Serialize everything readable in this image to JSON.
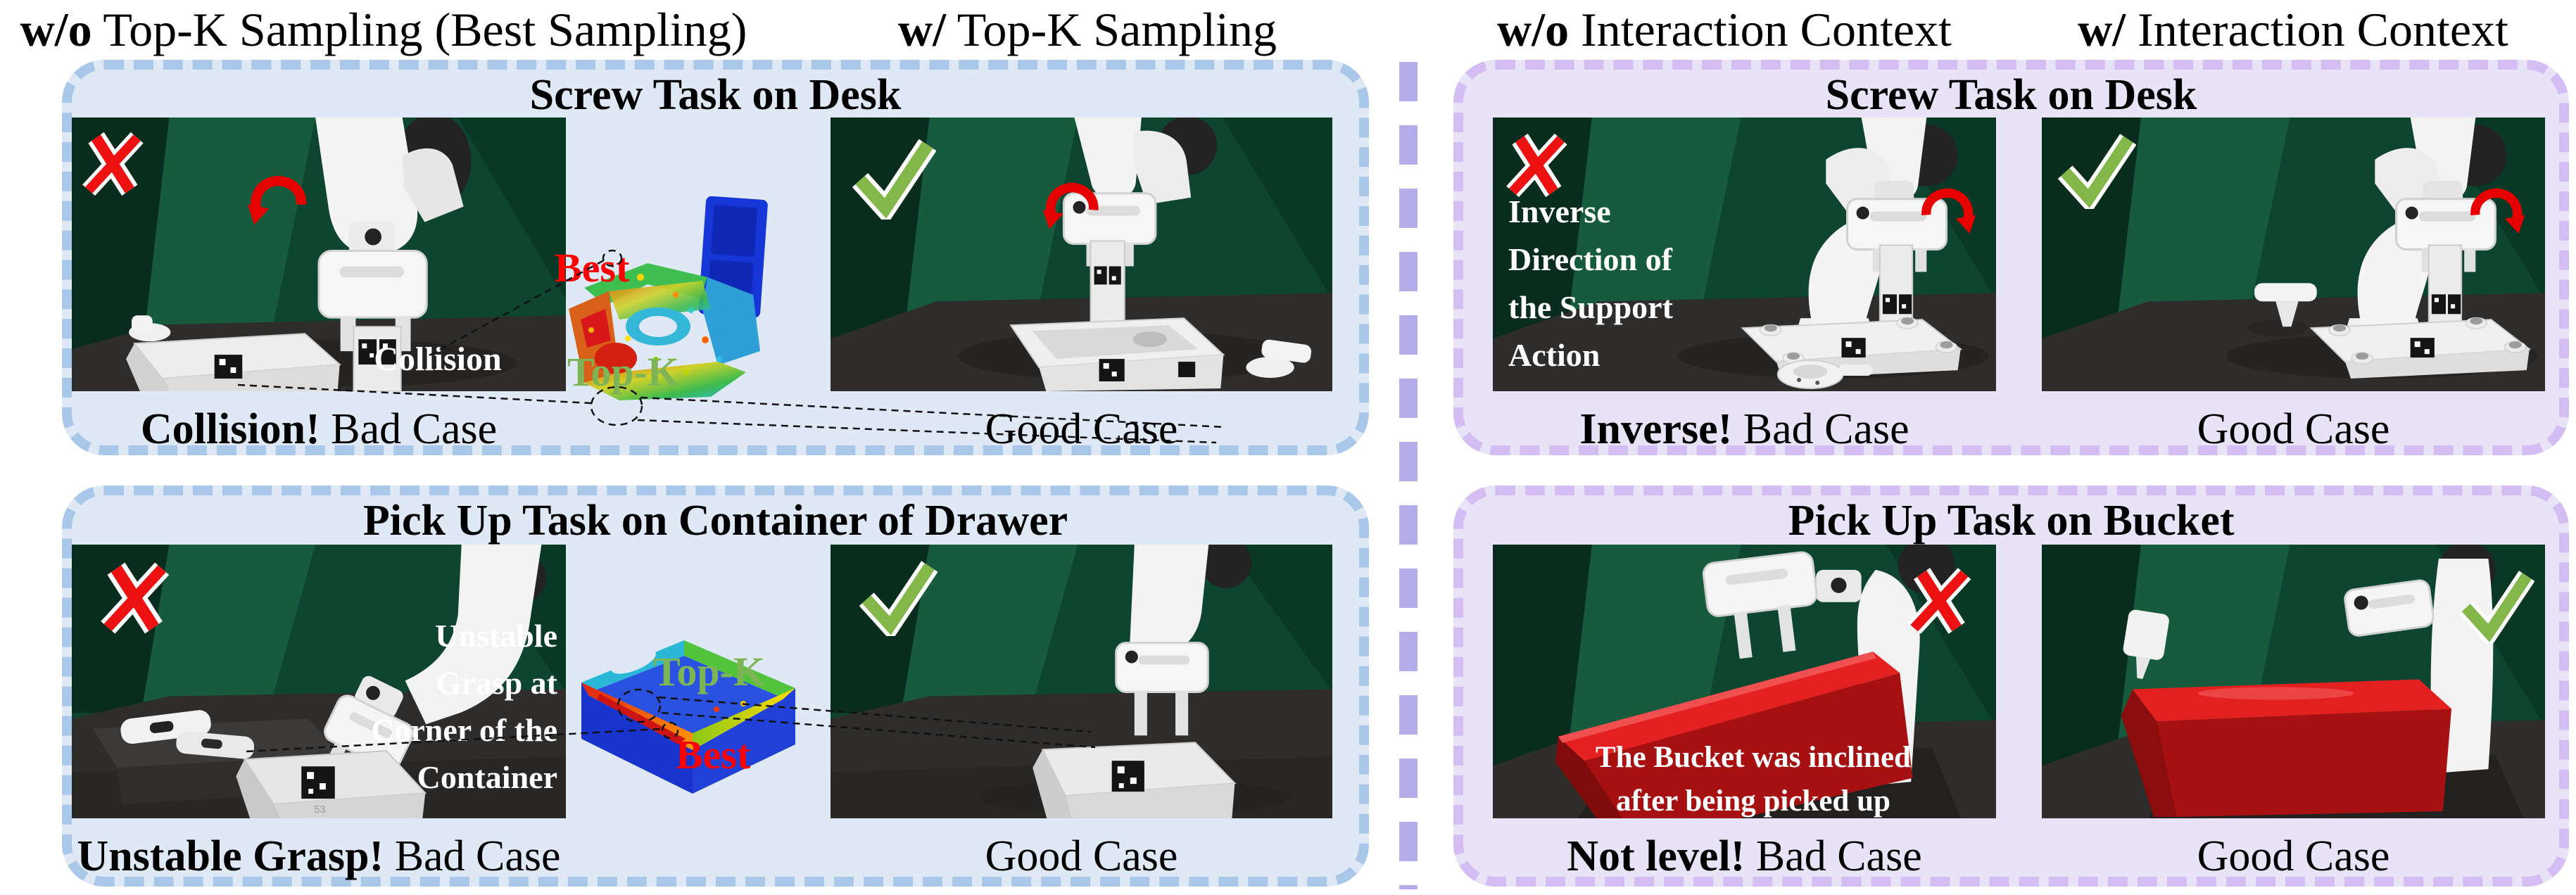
{
  "headers": [
    {
      "prefix": "w/o",
      "rest": " Top-K Sampling (Best Sampling)"
    },
    {
      "prefix": "w/",
      "rest": " Top-K Sampling"
    },
    {
      "prefix": "w/o",
      "rest": " Interaction Context"
    },
    {
      "prefix": "w/",
      "rest": " Interaction Context"
    }
  ],
  "panels": {
    "topk_screw": {
      "title": "Screw Task on Desk",
      "bad_overlay": "Collision",
      "bad_caption": {
        "bold": "Collision!",
        "rest": " Bad Case"
      },
      "good_caption": "Good Case",
      "mesh": {
        "best": "Best",
        "topk": "Top-K"
      }
    },
    "topk_pickup": {
      "title": "Pick Up Task on Container of Drawer",
      "bad_overlay_lines": [
        "Unstable",
        "Grasp at",
        "Corner of the",
        "Container"
      ],
      "bad_marker_id": "53",
      "bad_caption": {
        "bold": "Unstable Grasp!",
        "rest": " Bad Case"
      },
      "good_caption": "Good Case",
      "mesh": {
        "best": "Best",
        "topk": "Top-K"
      }
    },
    "ctx_screw": {
      "title": "Screw Task on Desk",
      "bad_overlay_lines": [
        "Inverse",
        "Direction of",
        "the Support",
        "Action"
      ],
      "bad_caption": {
        "bold": "Inverse!",
        "rest": " Bad Case"
      },
      "good_caption": "Good Case"
    },
    "ctx_bucket": {
      "title": "Pick Up Task on Bucket",
      "bad_overlay_lines": [
        "The Bucket was inclined",
        "after being picked up"
      ],
      "bad_caption": {
        "bold": "Not level!",
        "rest": " Bad Case"
      },
      "good_caption": "Good Case"
    }
  },
  "colors": {
    "left_panel_bg": "#dfe9f6",
    "left_panel_border": "#a9c7e8",
    "right_panel_bg": "#e9e3f8",
    "right_panel_border": "#d3bdf2",
    "divider": "#b4adea",
    "bad_red": "#ee1111",
    "good_green": "#84b749",
    "best_label": "#ff0000",
    "topk_label": "#7cb456",
    "scene_wall": "#0e4530",
    "scene_floor": "#2e2d2b",
    "bucket_red": "#a81111"
  }
}
